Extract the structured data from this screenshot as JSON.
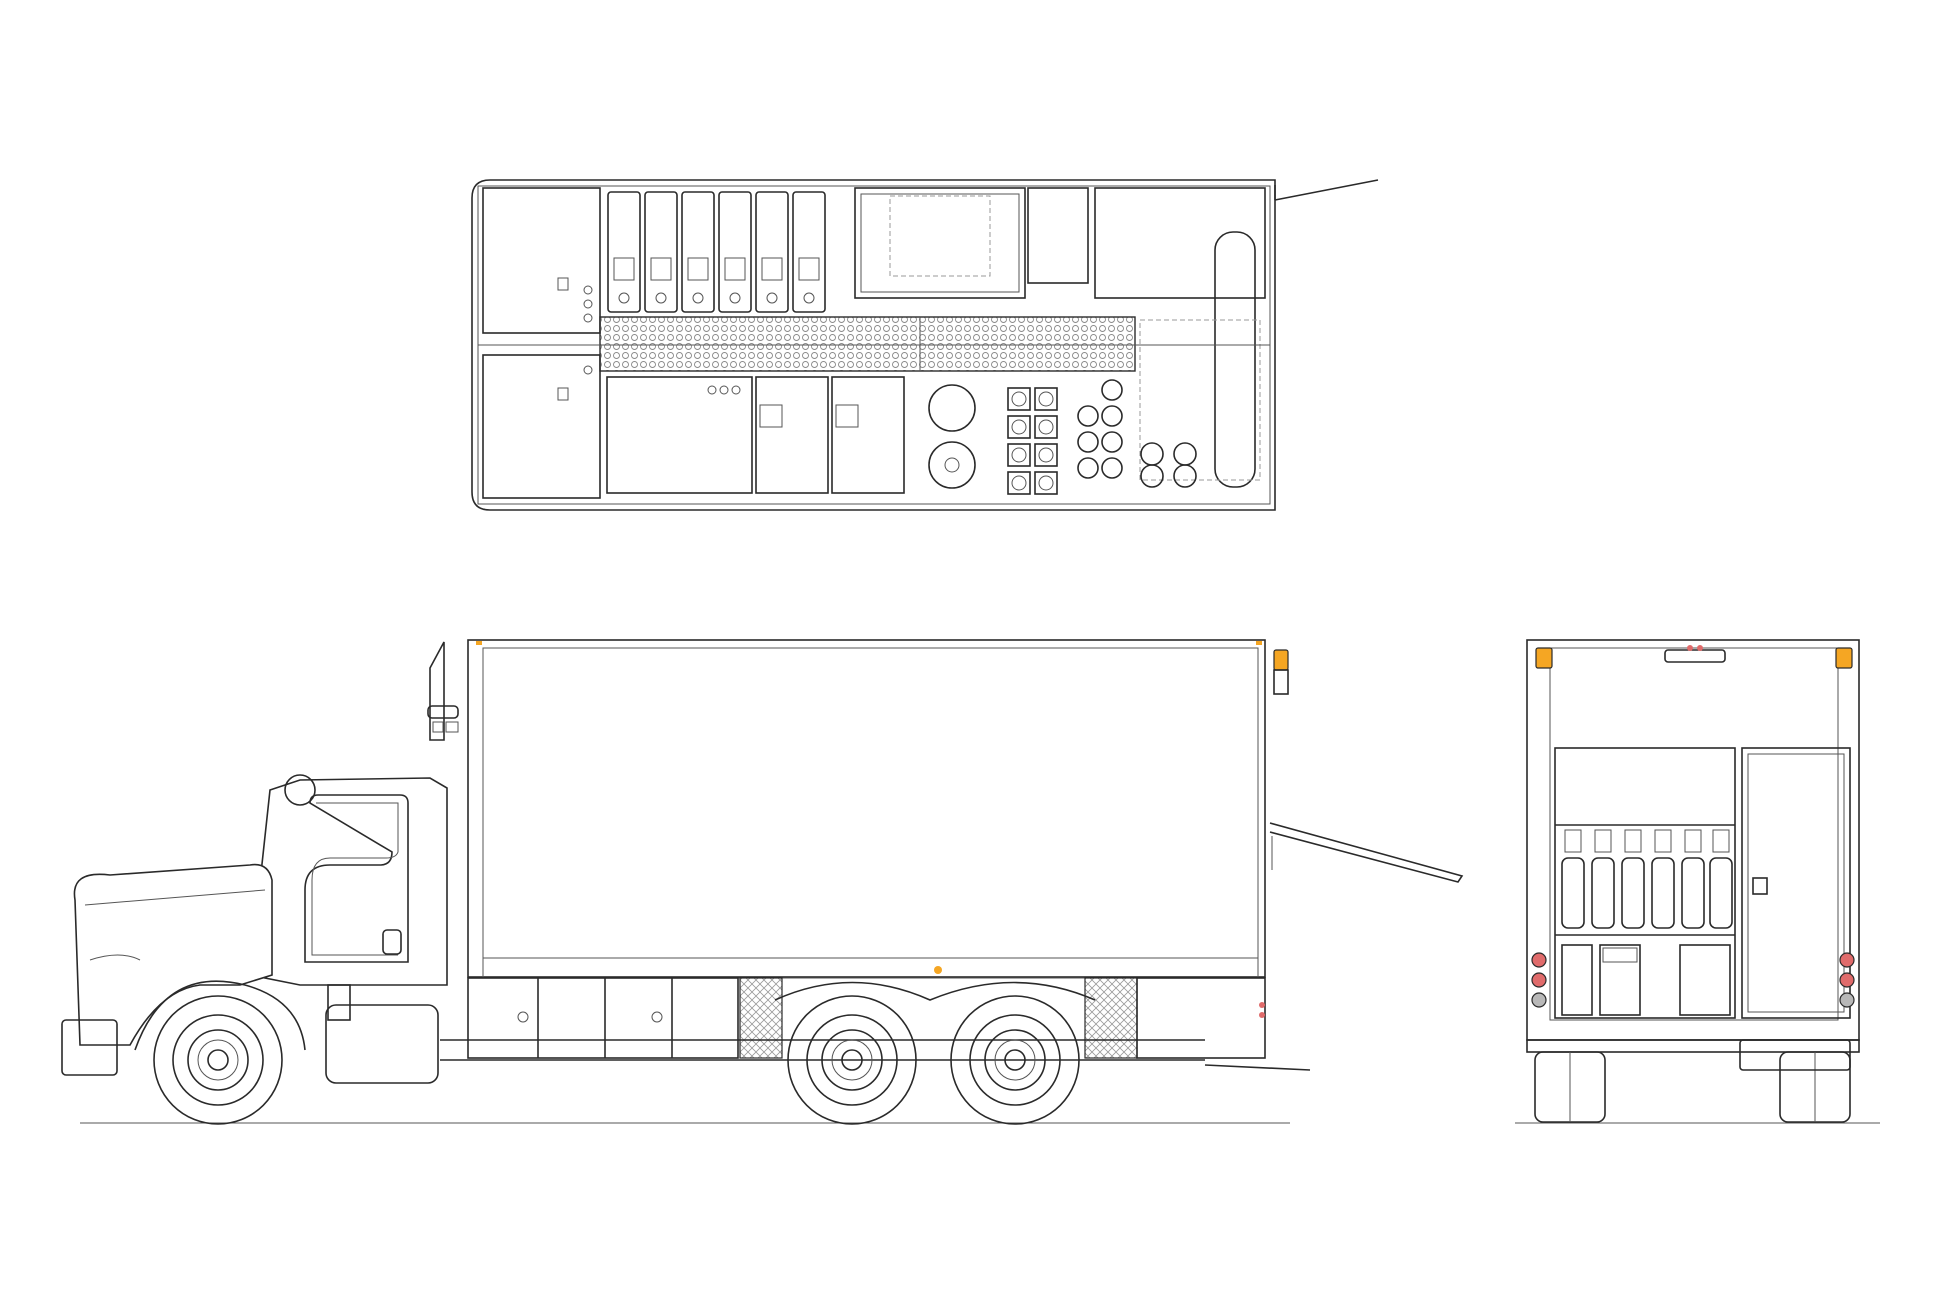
{
  "colors": {
    "line": "#2a2a2a",
    "light_line": "#555555",
    "background": "#ffffff",
    "amber_marker": "#f5a623",
    "red_lamp": "#e06b6b",
    "grey_lamp": "#b8b8b8",
    "tread_plate": "#cfcfcf"
  },
  "views": [
    "top-view",
    "side-view",
    "rear-view"
  ]
}
